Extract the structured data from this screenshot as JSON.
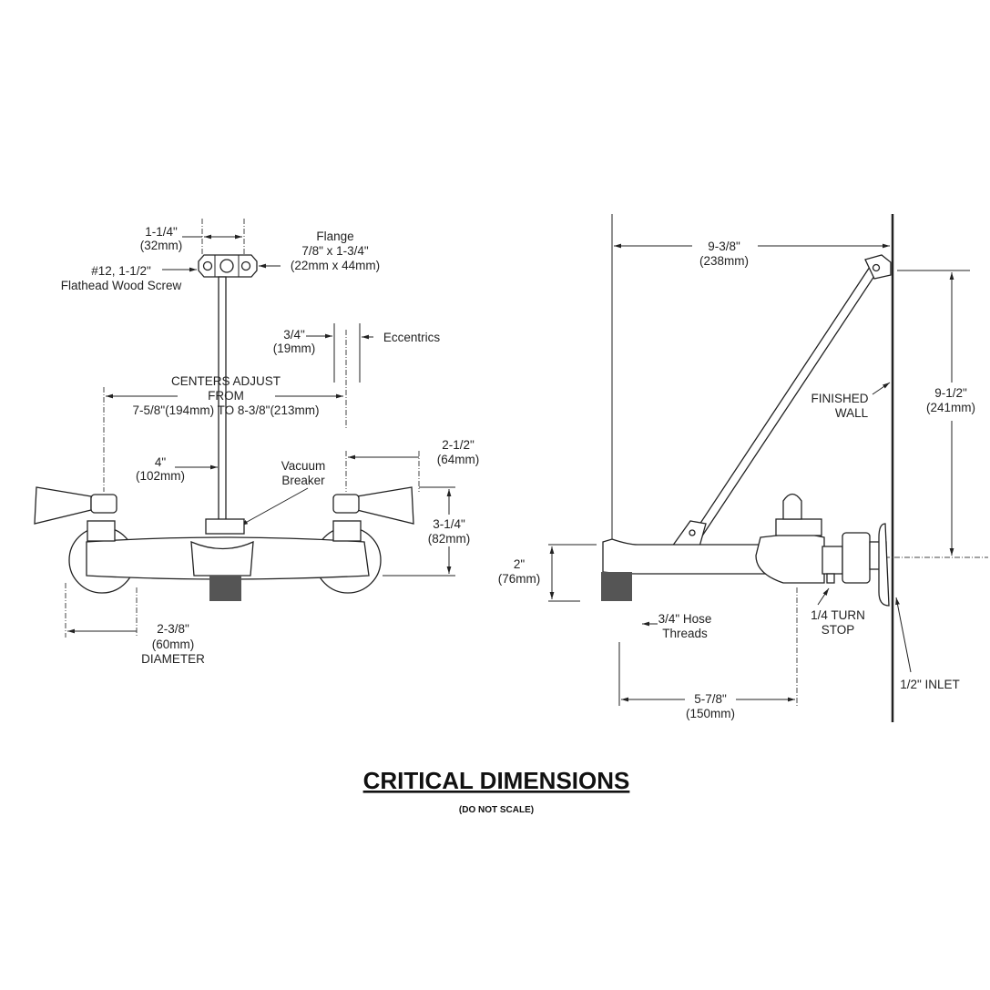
{
  "front_view": {
    "screw_spacing": [
      "1-1/4\"",
      "(32mm)"
    ],
    "flange": [
      "Flange",
      "7/8\" x 1-3/4\"",
      "(22mm x 44mm)"
    ],
    "screw": [
      "#12,  1-1/2\"",
      "Flathead Wood Screw"
    ],
    "eccentric_offset": [
      "3/4\"",
      "(19mm)"
    ],
    "eccentrics": "Eccentrics",
    "centers": [
      "CENTERS ADJUST",
      "FROM",
      "7-5/8\"(194mm) TO 8-3/8\"(213mm)"
    ],
    "brace_offset": [
      "4\"",
      "(102mm)"
    ],
    "vacuum_breaker": [
      "Vacuum",
      "Breaker"
    ],
    "handle_reach": [
      "2-1/2\"",
      "(64mm)"
    ],
    "height": [
      "3-1/4\"",
      "(82mm)"
    ],
    "diameter": [
      "2-3/8\"",
      "(60mm)",
      "DIAMETER"
    ]
  },
  "side_view": {
    "wall_depth": [
      "9-3/8\"",
      "(238mm)"
    ],
    "finished_wall": [
      "FINISHED",
      "WALL"
    ],
    "brace_height": [
      "9-1/2\"",
      "(241mm)"
    ],
    "spout_height": [
      "2\"",
      "(76mm)"
    ],
    "hose_threads": [
      "3/4\" Hose",
      "Threads"
    ],
    "stop": [
      "1/4 TURN",
      "STOP"
    ],
    "inlet": "1/2\" INLET",
    "spout_reach": [
      "5-7/8\"",
      "(150mm)"
    ]
  },
  "title": "CRITICAL DIMENSIONS",
  "subtitle": "(DO NOT SCALE)"
}
